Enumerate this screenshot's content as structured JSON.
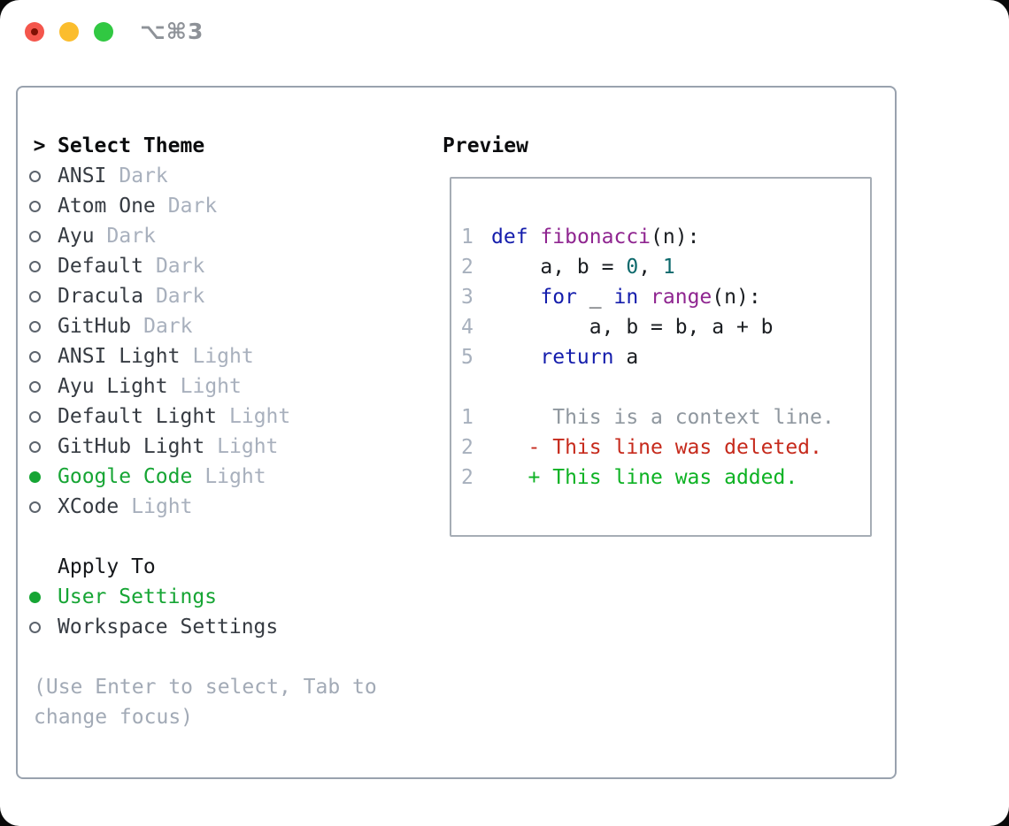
{
  "window": {
    "title": "⌥⌘3"
  },
  "titlebar": {
    "buttons": [
      "close",
      "minimize",
      "zoom"
    ]
  },
  "theme_picker": {
    "cursor": ">",
    "header": "Select Theme",
    "items": [
      {
        "name": "ANSI",
        "variant": "Dark",
        "selected": false
      },
      {
        "name": "Atom One",
        "variant": "Dark",
        "selected": false
      },
      {
        "name": "Ayu",
        "variant": "Dark",
        "selected": false
      },
      {
        "name": "Default",
        "variant": "Dark",
        "selected": false
      },
      {
        "name": "Dracula",
        "variant": "Dark",
        "selected": false
      },
      {
        "name": "GitHub",
        "variant": "Dark",
        "selected": false
      },
      {
        "name": "ANSI Light",
        "variant": "Light",
        "selected": false
      },
      {
        "name": "Ayu Light",
        "variant": "Light",
        "selected": false
      },
      {
        "name": "Default Light",
        "variant": "Light",
        "selected": false
      },
      {
        "name": "GitHub Light",
        "variant": "Light",
        "selected": false
      },
      {
        "name": "Google Code",
        "variant": "Light",
        "selected": true
      },
      {
        "name": "XCode",
        "variant": "Light",
        "selected": false
      }
    ]
  },
  "apply_to": {
    "header": "Apply To",
    "options": [
      {
        "label": "User Settings",
        "selected": true
      },
      {
        "label": "Workspace Settings",
        "selected": false
      }
    ]
  },
  "help_text": [
    "(Use Enter to select, Tab to",
    "change focus)"
  ],
  "preview": {
    "title": "Preview",
    "lines": [
      {
        "type": "code",
        "num": "1",
        "segments": [
          {
            "t": "def",
            "c": "kw"
          },
          {
            "t": " ",
            "c": "pl"
          },
          {
            "t": "fibonacci",
            "c": "fn"
          },
          {
            "t": "(n):",
            "c": "pl"
          }
        ]
      },
      {
        "type": "code",
        "num": "2",
        "segments": [
          {
            "t": "    a, b = ",
            "c": "pl"
          },
          {
            "t": "0",
            "c": "nm"
          },
          {
            "t": ", ",
            "c": "pl"
          },
          {
            "t": "1",
            "c": "nm"
          }
        ]
      },
      {
        "type": "code",
        "num": "3",
        "segments": [
          {
            "t": "    ",
            "c": "pl"
          },
          {
            "t": "for",
            "c": "kw"
          },
          {
            "t": " _ ",
            "c": "pl"
          },
          {
            "t": "in",
            "c": "kw"
          },
          {
            "t": " ",
            "c": "pl"
          },
          {
            "t": "range",
            "c": "fn"
          },
          {
            "t": "(n):",
            "c": "pl"
          }
        ]
      },
      {
        "type": "code",
        "num": "4",
        "segments": [
          {
            "t": "        a, b = b, a + b",
            "c": "pl"
          }
        ]
      },
      {
        "type": "code",
        "num": "5",
        "segments": [
          {
            "t": "    ",
            "c": "pl"
          },
          {
            "t": "return",
            "c": "kw"
          },
          {
            "t": " a",
            "c": "pl"
          }
        ]
      },
      {
        "type": "blank"
      },
      {
        "type": "diff",
        "num": "1",
        "c": "ctx",
        "t": "     This is a context line."
      },
      {
        "type": "diff",
        "num": "2",
        "c": "del",
        "t": "   - This line was deleted."
      },
      {
        "type": "diff",
        "num": "2",
        "c": "add",
        "t": "   + This line was added."
      }
    ]
  },
  "colors": {
    "traffic_red": "#f4564c",
    "traffic_red_dot": "#7f1104",
    "traffic_yellow": "#fbbd2d",
    "traffic_green": "#31c842",
    "title_text": "#8e9298",
    "panel_border": "#99a2ae",
    "preview_border": "#a6adb5",
    "heading": "#0b0c0e",
    "item_text": "#363b42",
    "muted": "#a8b0bd",
    "radio_ring": "#5d646d",
    "ui_green": "#16a534",
    "help": "#a2aab6",
    "line_number": "#a7b0bd",
    "diff_context": "#8f979f",
    "diff_deleted": "#c62a1c",
    "diff_added": "#0db223",
    "code_keyword": "#141dac",
    "code_function": "#8f2590",
    "code_number": "#0d696c",
    "code_plain": "#1a1d21"
  }
}
